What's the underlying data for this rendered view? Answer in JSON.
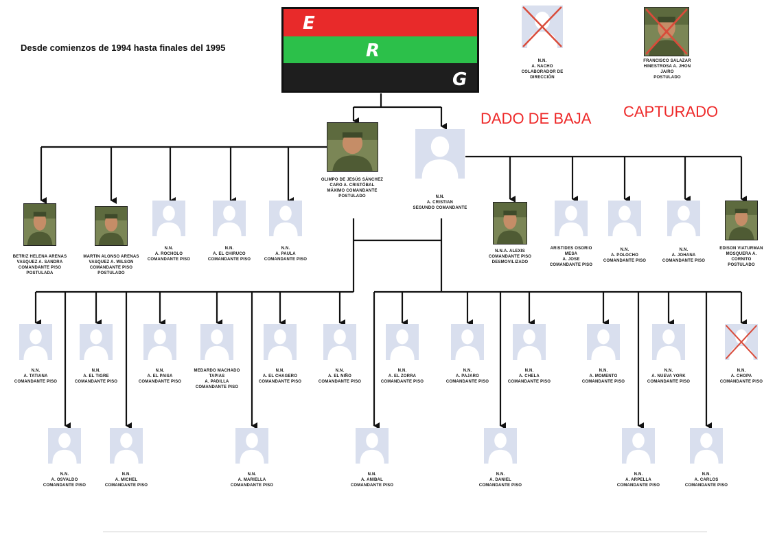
{
  "period_text": "Desde comienzos de 1994 hasta finales del 1995",
  "flag": {
    "letters": [
      "E",
      "R",
      "G"
    ],
    "colors": [
      "#e82a2a",
      "#2cc04a",
      "#1e1e1e"
    ]
  },
  "status": {
    "killed": "DADO DE BAJA",
    "captured": "CAPTURADO"
  },
  "colors": {
    "status_red": "#ee2a2a",
    "placeholder_bg": "#d9dfee",
    "placeholder_fg": "#ffffff",
    "line": "#111111"
  },
  "top_side": [
    {
      "label": "N.N.\nA. NACHO\nCOLABORADOR DE\nDIRECCIÓN",
      "photo": "placeholder",
      "crossed": true
    },
    {
      "label": "FRANCISCO SALAZAR\nHINESTROSA A. JHON\nJAIRO\nPOSTULADO",
      "photo": "real",
      "crossed": true
    }
  ],
  "commanders": [
    {
      "label": "OLIMPO DE JESÚS SÁNCHEZ\nCARO A. CRISTÓBAL\nMÁXIMO COMANDANTE\nPOSTULADO",
      "photo": "real"
    },
    {
      "label": "N.N.\nA. CRISTIAN\nSEGUNDO COMANDANTE",
      "photo": "placeholder"
    }
  ],
  "level2_left": [
    {
      "label": "BETRIZ HELENA ARENAS\nVASQUEZ A. SANDRA\nCOMANDANTE PISO\nPOSTULADA",
      "photo": "real"
    },
    {
      "label": "MARTIN ALONSO ARENAS\nVASQUEZ A. WILSON\nCOMANDANTE PISO\nPOSTULADO",
      "photo": "real"
    },
    {
      "label": "N.N.\nA. ROCHOLO\nCOMANDANTE PISO",
      "photo": "placeholder"
    },
    {
      "label": "N.N.\nA. EL CHIRUCO\nCOMANDANTE PISO",
      "photo": "placeholder"
    },
    {
      "label": "N.N.\nA. PAULA\nCOMANDANTE PISO",
      "photo": "placeholder"
    }
  ],
  "level2_right": [
    {
      "label": "N.N.A. ALEXIS\nCOMANDANTE PISO\nDESMOVILIZADO",
      "photo": "real"
    },
    {
      "label": "ARISTIDES OSORIO\nMESA\nA. JOSE\nCOMANDANTE PISO",
      "photo": "placeholder"
    },
    {
      "label": "N.N.\nA. POLOCHO\nCOMANDANTE PISO",
      "photo": "placeholder"
    },
    {
      "label": "N.N.\nA. JOHANA\nCOMANDANTE PISO",
      "photo": "placeholder"
    },
    {
      "label": "EDISON VIATURMAN\nMOSQUERA A.\nCORNITO\nPOSTULADO",
      "photo": "real"
    }
  ],
  "level3": [
    {
      "label": "N.N.\nA. TATIANA\nCOMANDANTE PISO",
      "photo": "placeholder"
    },
    {
      "label": "N.N.\nA. EL TIGRE\nCOMANDANTE PISO",
      "photo": "placeholder"
    },
    {
      "label": "N.N.\nA. EL PAISA\nCOMANDANTE PISO",
      "photo": "placeholder"
    },
    {
      "label": "MEDARDO MACHADO\nTAPIAS\nA. PADILLA\nCOMANDANTE PISO",
      "photo": "placeholder"
    },
    {
      "label": "N.N.\nA. EL CHAGERO\nCOMANDANTE PISO",
      "photo": "placeholder"
    },
    {
      "label": "N.N.\nA. EL NIÑO\nCOMANDANTE PISO",
      "photo": "placeholder"
    },
    {
      "label": "N.N.\nA. EL ZORRA\nCOMANDANTE PISO",
      "photo": "placeholder"
    },
    {
      "label": "N.N.\nA. PAJARO\nCOMANDANTE PISO",
      "photo": "placeholder"
    },
    {
      "label": "N.N.\nA. CHELA\nCOMANDANTE PISO",
      "photo": "placeholder"
    },
    {
      "label": "N.N.\nA. MOMENTO\nCOMANDANTE PISO",
      "photo": "placeholder"
    },
    {
      "label": "N.N.\nA. NUEVA YORK\nCOMANDANTE PISO",
      "photo": "placeholder"
    },
    {
      "label": "N.N.\nA. CHOPA\nCOMANDANTE PISO",
      "photo": "placeholder",
      "crossed": true
    }
  ],
  "level4": [
    {
      "label": "N.N.\nA. OSVALDO\nCOMANDANTE PISO",
      "photo": "placeholder"
    },
    {
      "label": "N.N.\nA. MICHEL\nCOMANDANTE PISO",
      "photo": "placeholder"
    },
    {
      "label": "N.N.\nA. MARIELLA\nCOMANDANTE PISO",
      "photo": "placeholder"
    },
    {
      "label": "N.N.\nA. ANIBAL\nCOMANDANTE PISO",
      "photo": "placeholder"
    },
    {
      "label": "N.N.\nA. DANIEL\nCOMANDANTE PISO",
      "photo": "placeholder"
    },
    {
      "label": "N.N.\nA. ARPELLA\nCOMANDANTE PISO",
      "photo": "placeholder"
    },
    {
      "label": "N.N.\nA. CARLOS\nCOMANDANTE PISO",
      "photo": "placeholder"
    }
  ]
}
